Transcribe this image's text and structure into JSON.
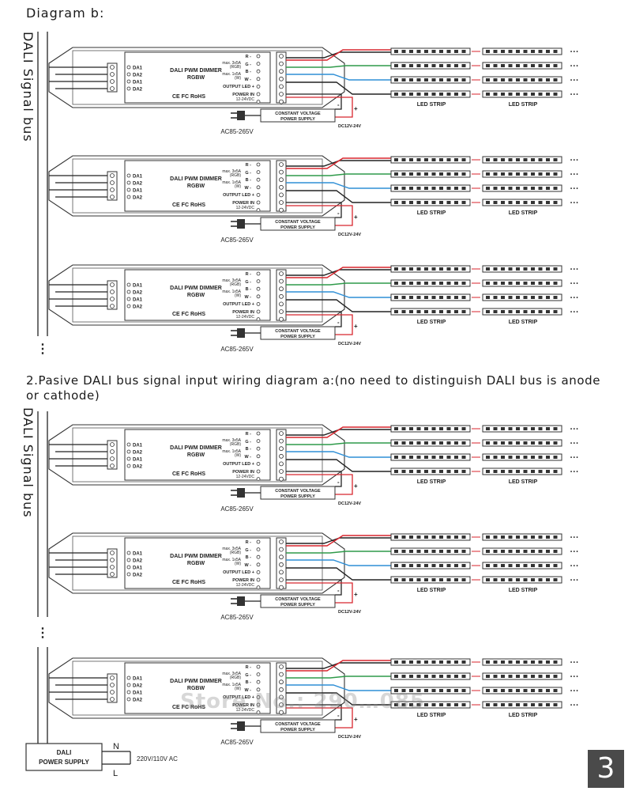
{
  "headings": {
    "diagram_b": "Diagram b:",
    "diagram_a": "2.Pasive DALI bus signal input wiring diagram a:(no need to distinguish DALI bus is anode or  cathode)"
  },
  "bus_label": "DALI Signal bus",
  "dimmer": {
    "inputs": [
      "DA1",
      "DA2",
      "DA1",
      "DA2"
    ],
    "title_line1": "DALI PWM DIMMER",
    "title_line2": "RGBW",
    "cert": "CE FC RoHS",
    "max_rgb": "max. 3x5A",
    "rgb": "(RGB)",
    "max_w": "max. 1x5A",
    "w": "(W)",
    "channels": [
      "R -",
      "G -",
      "B -",
      "W -"
    ],
    "output_led": "OUTPUT LED +",
    "power_in": "POWER IN",
    "power_v": "12-24VDC"
  },
  "psu": {
    "line1": "CONSTANT VOLTAGE",
    "line2": "POWER SUPPLY"
  },
  "ac_label": "AC85-265V",
  "dc_label": "DC12V-24V",
  "led_strip": "LED STRIP",
  "ellipsis": "• • •",
  "dali_psu": {
    "line1": "DALI",
    "line2": "POWER SUPPLY",
    "n": "N",
    "l": "L",
    "mains": "220V/110V AC"
  },
  "watermark": "Store No.: 290…085",
  "page_number": "3",
  "colors": {
    "red": "#d8262e",
    "green": "#2f9a4a",
    "blue": "#2f8fd6",
    "black": "#222222"
  }
}
